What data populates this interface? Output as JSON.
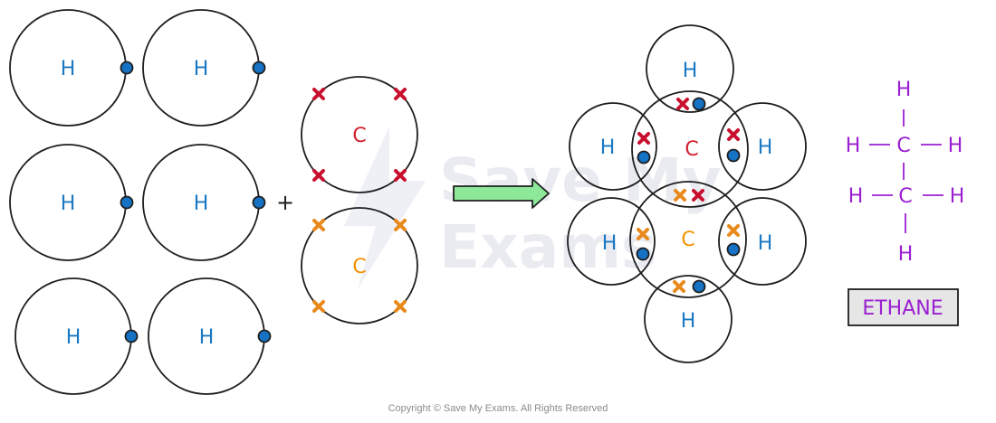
{
  "labels": {
    "hydrogen": "H",
    "carbon": "C",
    "plus": "+"
  },
  "structural_formula": {
    "top": "H",
    "bottom": "H",
    "row1_left": "H",
    "row1_center": "C",
    "row1_right": "H",
    "row2_left": "H",
    "row2_center": "C",
    "row2_right": "H"
  },
  "name_box": "ETHANE",
  "watermark": {
    "line1": "Save My",
    "line2": "Exams"
  },
  "copyright": "Copyright © Save My Exams. All Rights Reserved",
  "colors": {
    "hydrogen_text": "#1a78c2",
    "hydrogen_electron": "#1572c4",
    "carbon1_text": "#d4202f",
    "carbon1_electron": "#c8102e",
    "carbon2_text": "#f39200",
    "carbon2_electron": "#e8891c",
    "formula": "#9b1fd1",
    "arrow_fill": "#8ee89a",
    "arrow_stroke": "#1e1e1e",
    "name_box_fill": "#e6e6e6",
    "watermark": "#e3e6ee",
    "copyright": "#8a8a8a"
  }
}
